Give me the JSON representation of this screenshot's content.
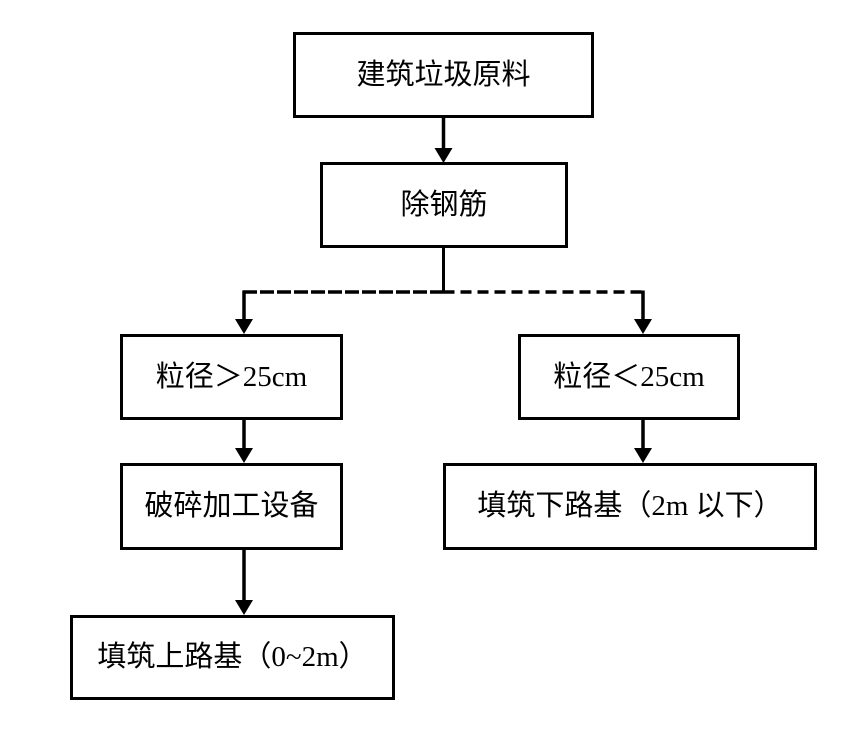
{
  "diagram": {
    "title": "construction-waste-processing-flowchart",
    "colors": {
      "background": "#ffffff",
      "line": "#000000",
      "box_border": "#000000",
      "box_fill": "#ffffff",
      "text": "#000000"
    },
    "nodes": [
      {
        "id": "raw-material",
        "label": "建筑垃圾原料"
      },
      {
        "id": "remove-rebar",
        "label": "除钢筋"
      },
      {
        "id": "size-gt-25cm",
        "label": "粒径＞25cm"
      },
      {
        "id": "size-lt-25cm",
        "label": "粒径＜25cm"
      },
      {
        "id": "crushing-equipment",
        "label": "破碎加工设备"
      },
      {
        "id": "fill-lower-subgrade",
        "label": "填筑下路基（2m 以下）"
      },
      {
        "id": "fill-upper-subgrade",
        "label": "填筑上路基（0~2m）"
      }
    ],
    "edges": [
      {
        "from": "raw-material",
        "to": "remove-rebar",
        "style": "solid-arrow"
      },
      {
        "from": "remove-rebar",
        "to": "branch-line",
        "style": "solid"
      },
      {
        "from": "branch-line",
        "to": "size-gt-25cm",
        "style": "dashed-then-arrow"
      },
      {
        "from": "branch-line",
        "to": "size-lt-25cm",
        "style": "dashed-then-arrow"
      },
      {
        "from": "size-gt-25cm",
        "to": "crushing-equipment",
        "style": "solid-arrow"
      },
      {
        "from": "size-lt-25cm",
        "to": "fill-lower-subgrade",
        "style": "solid-arrow"
      },
      {
        "from": "crushing-equipment",
        "to": "fill-upper-subgrade",
        "style": "solid-arrow"
      }
    ]
  }
}
